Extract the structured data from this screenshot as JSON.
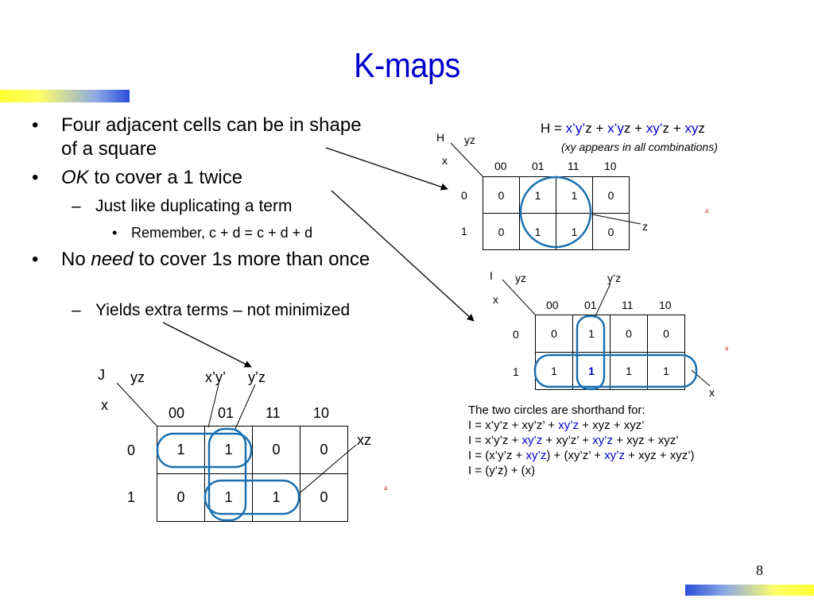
{
  "title": "K-maps",
  "bullets": {
    "b1": "Four adjacent cells can be in shape of a square",
    "b2_em": "OK",
    "b2_rest": " to cover a 1 twice",
    "b2_sub": "Just like duplicating a term",
    "b2_subsub": "Remember, c + d = c + d + d",
    "b3_a": "No ",
    "b3_em": "need",
    "b3_rest": " to cover 1s more than once",
    "b3_sub": "Yields extra terms – not minimized"
  },
  "page_number": "8",
  "red_mark": "a",
  "kmap_h": {
    "name": "H",
    "yz_label": "yz",
    "x_label": "x",
    "cols": [
      "00",
      "01",
      "11",
      "10"
    ],
    "rows": [
      "0",
      "1"
    ],
    "cells": [
      [
        "0",
        "1",
        "1",
        "0"
      ],
      [
        "0",
        "1",
        "1",
        "0"
      ]
    ],
    "callout": "z",
    "equation": {
      "prefix": "H = ",
      "t1": "x’y’",
      "t1b": "z + ",
      "t2": "x’y",
      "t2b": "z + ",
      "t3": "xy’",
      "t3b": "z + ",
      "t4": "xy",
      "t4b": "z"
    },
    "note": "(xy appears in all combinations)"
  },
  "kmap_i": {
    "name": "I",
    "yz_label": "yz",
    "top_label": "y’z",
    "x_label": "x",
    "cols": [
      "00",
      "01",
      "11",
      "10"
    ],
    "rows": [
      "0",
      "1"
    ],
    "cells": [
      [
        "0",
        "1",
        "0",
        "0"
      ],
      [
        "1",
        "1",
        "1",
        "1"
      ]
    ],
    "callout": "x"
  },
  "kmap_j": {
    "name": "J",
    "yz_label": "yz",
    "top_label_1": "x’y’",
    "top_label_2": "y’z",
    "x_label": "x",
    "cols": [
      "00",
      "01",
      "11",
      "10"
    ],
    "rows": [
      "0",
      "1"
    ],
    "cells": [
      [
        "1",
        "1",
        "0",
        "0"
      ],
      [
        "0",
        "1",
        "1",
        "0"
      ]
    ],
    "callout": "xz"
  },
  "explanation": {
    "l1": "The two circles are shorthand for:",
    "l2_a": "I = x’y’z + xy’z’ + ",
    "l2_b": "xy’z",
    "l2_c": " + xyz + xyz’",
    "l3_a": "I = x’y’z + ",
    "l3_b": "xy’z",
    "l3_c": " + xy’z’ + ",
    "l3_d": "xy’z",
    "l3_e": " + xyz + xyz’",
    "l4_a": "I = (x’y’z + ",
    "l4_b": "xy’z",
    "l4_c": ") + (xy’z’ + ",
    "l4_d": "xy’z",
    "l4_e": " + xyz + xyz’)",
    "l5": "I = (y’z) + (x)"
  },
  "colors": {
    "title": "#0000cc",
    "highlight": "#0000cc",
    "loop": "#1a6fb0",
    "mark": "#cc0000"
  }
}
